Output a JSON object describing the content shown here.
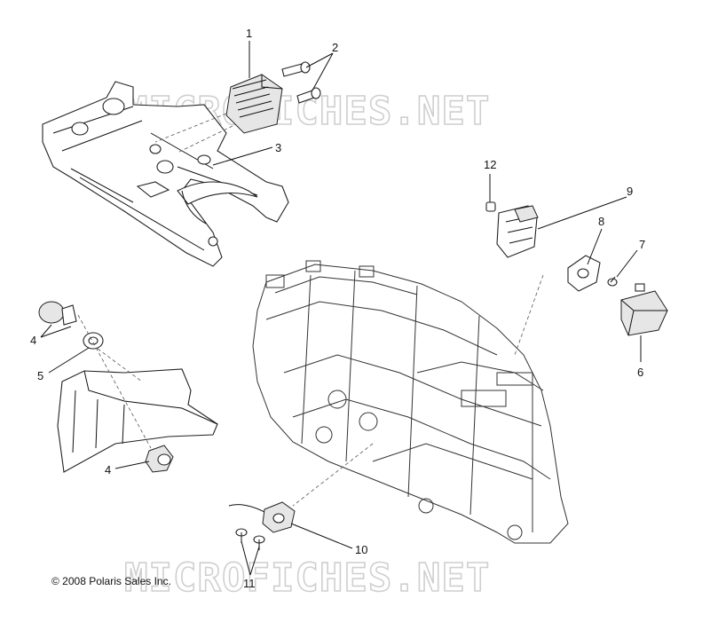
{
  "watermark": "MICROFICHES.NET",
  "copyright": "© 2008 Polaris Sales Inc.",
  "callouts": [
    "1",
    "2",
    "3",
    "4",
    "4",
    "5",
    "6",
    "7",
    "8",
    "9",
    "10",
    "11",
    "12"
  ],
  "parts": [
    "voltage-regulator",
    "bolt",
    "bracket",
    "light-bulb",
    "grommet",
    "module",
    "screw",
    "gasket",
    "relay-bracket",
    "switch",
    "screw",
    "connector",
    "frame",
    "headlight-housing"
  ]
}
